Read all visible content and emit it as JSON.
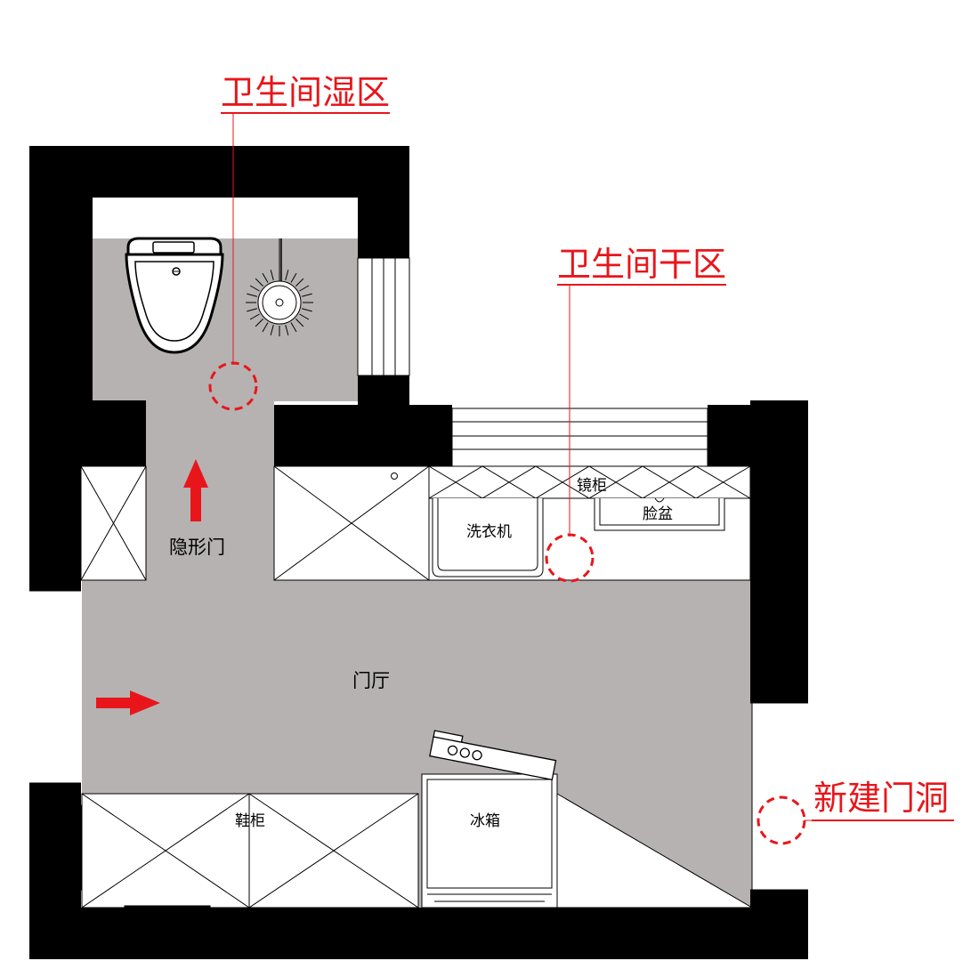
{
  "labels": {
    "wet_zone": "卫生间湿区",
    "dry_zone": "卫生间干区",
    "new_door": "新建门洞",
    "hidden_door": "隐形门",
    "foyer": "门厅",
    "mirror_cabinet": "镜柜",
    "wash_basin": "脸盆",
    "washing_machine": "洗衣机",
    "shoe_cabinet": "鞋柜",
    "fridge": "冰箱"
  },
  "colors": {
    "wall": "#000000",
    "floor": "#b6b2b2",
    "annotation": "#e8161b",
    "line": "#000000"
  },
  "icons": {
    "toilet": "toilet-icon",
    "floor_drain": "floor-drain-icon",
    "arrow_up": "arrow-up-icon",
    "arrow_right": "arrow-right-icon"
  }
}
